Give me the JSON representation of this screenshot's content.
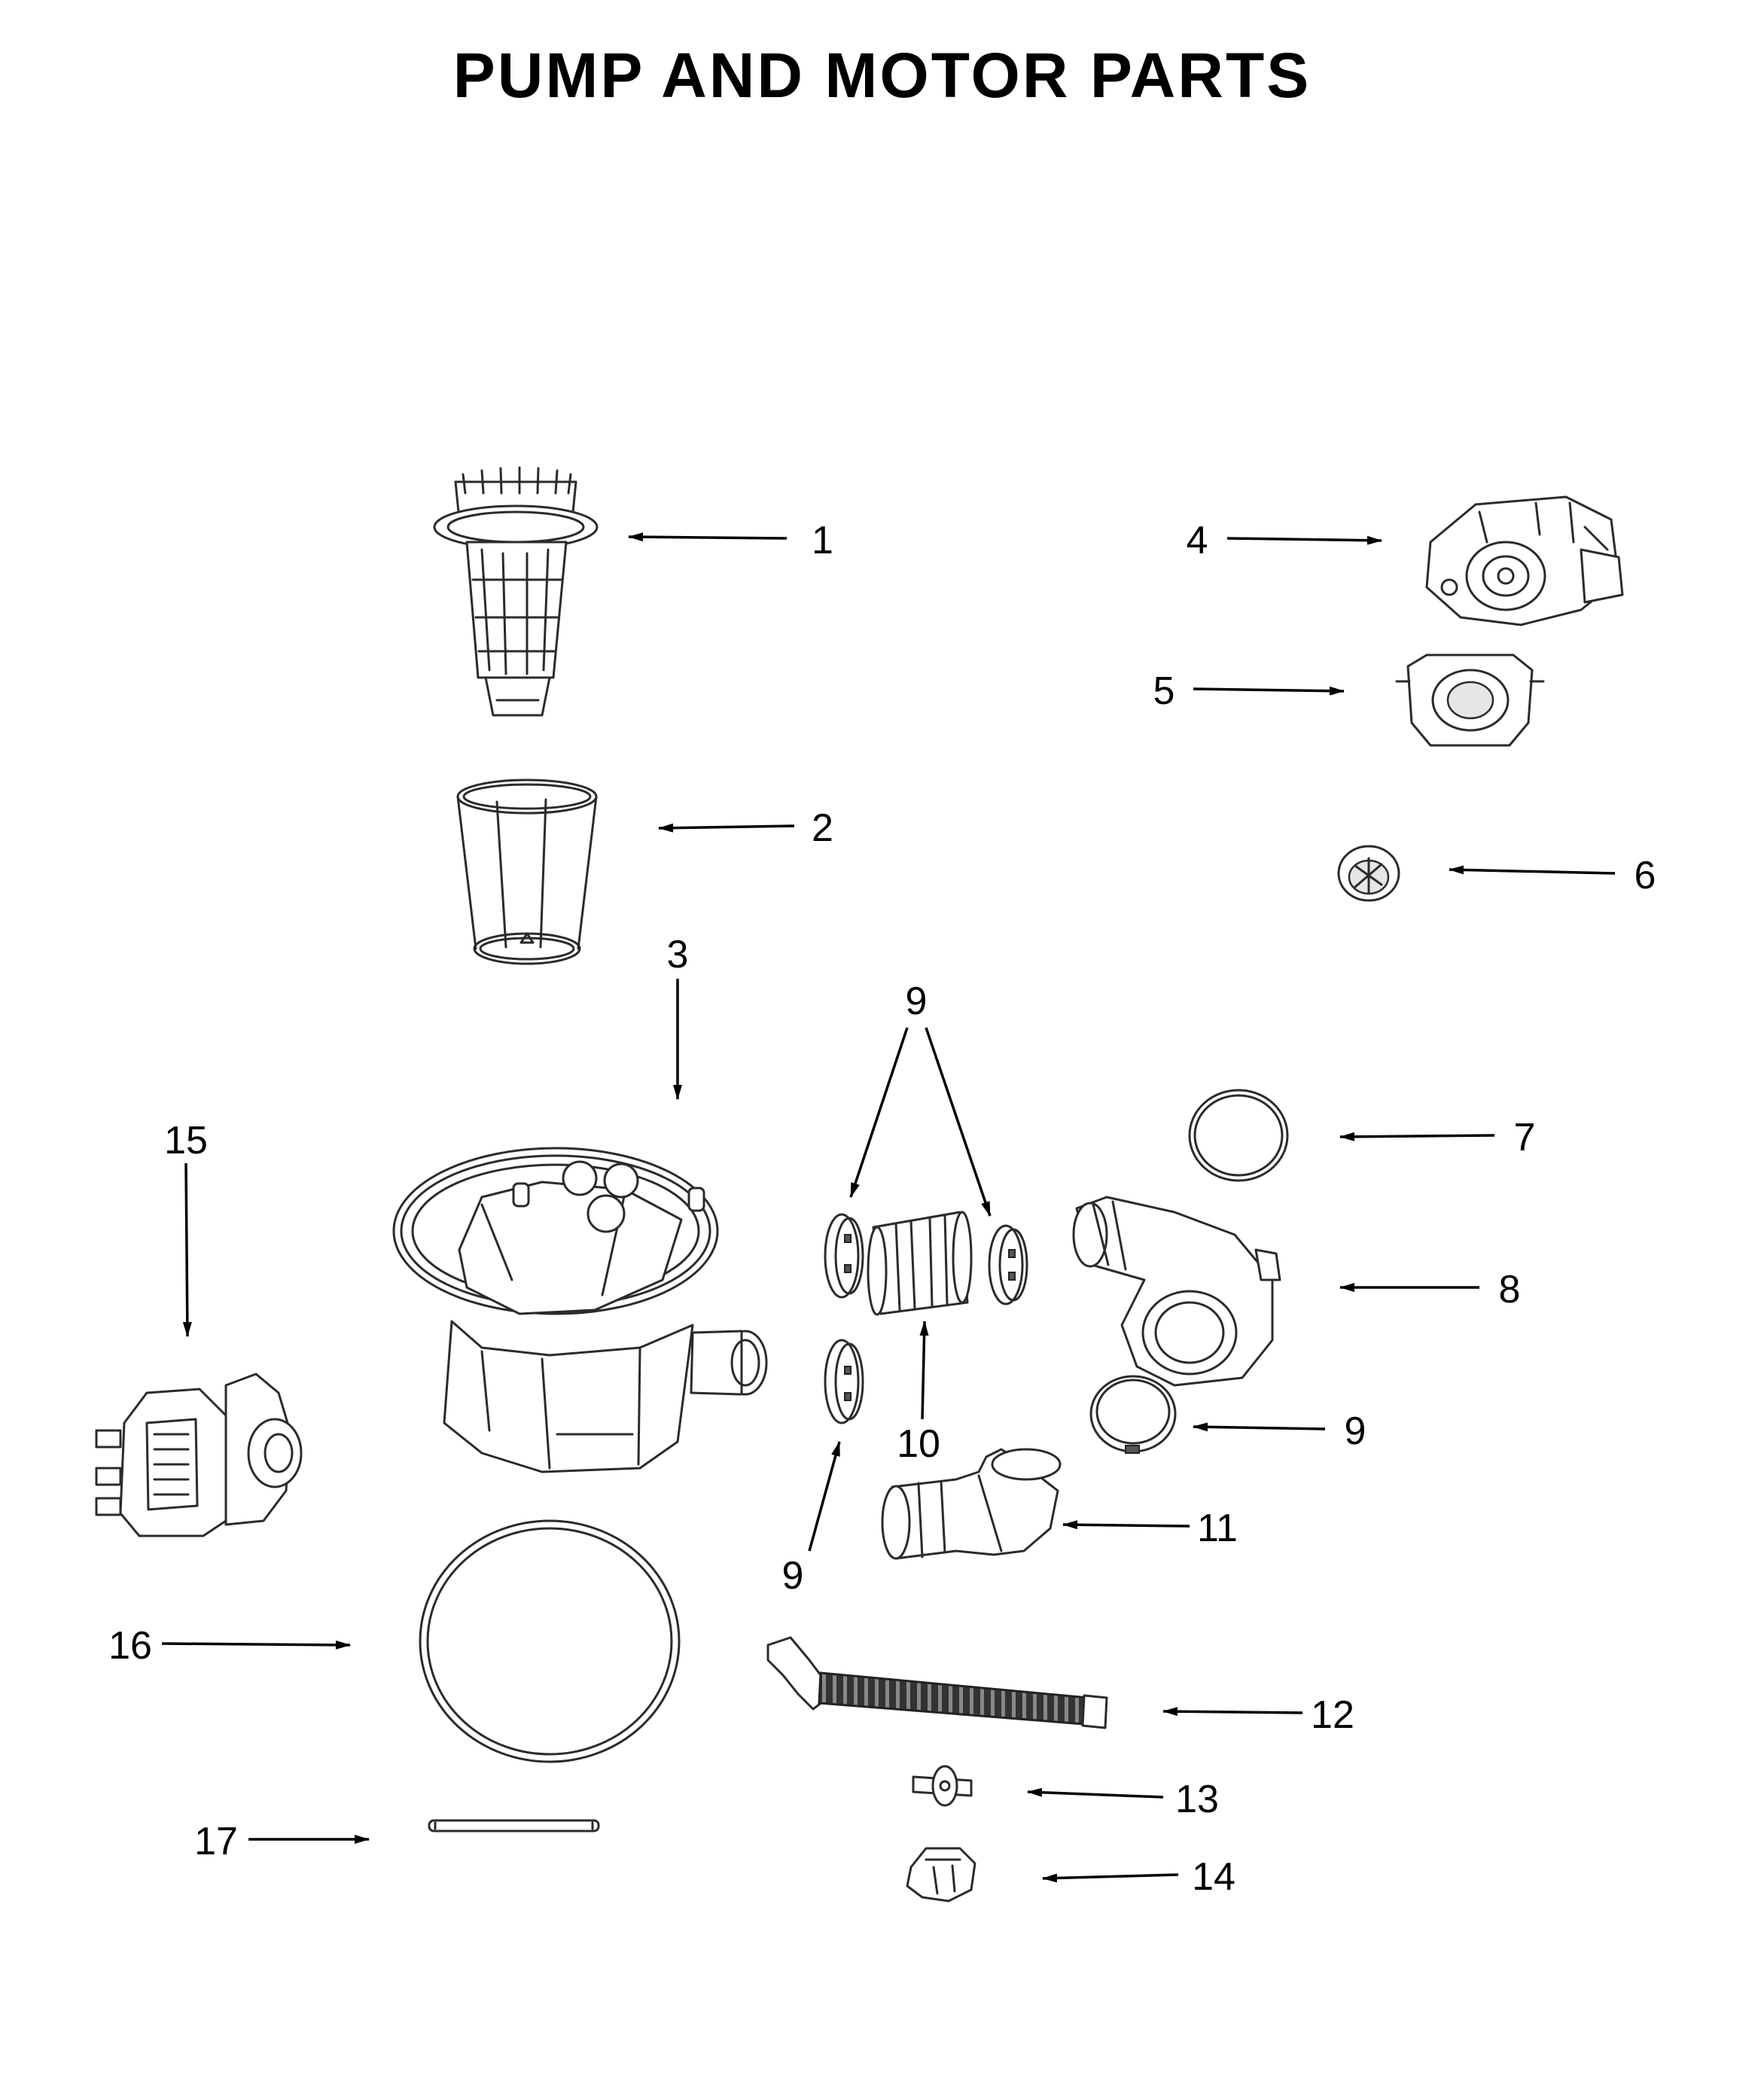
{
  "title": "PUMP AND MOTOR PARTS",
  "colors": {
    "line": "#2b2b2b",
    "text": "#000000",
    "background": "#ffffff"
  },
  "callouts": [
    {
      "id": "c1",
      "label": "1"
    },
    {
      "id": "c2",
      "label": "2"
    },
    {
      "id": "c3",
      "label": "3"
    },
    {
      "id": "c4",
      "label": "4"
    },
    {
      "id": "c5",
      "label": "5"
    },
    {
      "id": "c6",
      "label": "6"
    },
    {
      "id": "c7",
      "label": "7"
    },
    {
      "id": "c8",
      "label": "8"
    },
    {
      "id": "c9a",
      "label": "9"
    },
    {
      "id": "c9b",
      "label": "9"
    },
    {
      "id": "c9c",
      "label": "9"
    },
    {
      "id": "c10",
      "label": "10"
    },
    {
      "id": "c11",
      "label": "11"
    },
    {
      "id": "c12",
      "label": "12"
    },
    {
      "id": "c13",
      "label": "13"
    },
    {
      "id": "c14",
      "label": "14"
    },
    {
      "id": "c15",
      "label": "15"
    },
    {
      "id": "c16",
      "label": "16"
    },
    {
      "id": "c17",
      "label": "17"
    }
  ]
}
